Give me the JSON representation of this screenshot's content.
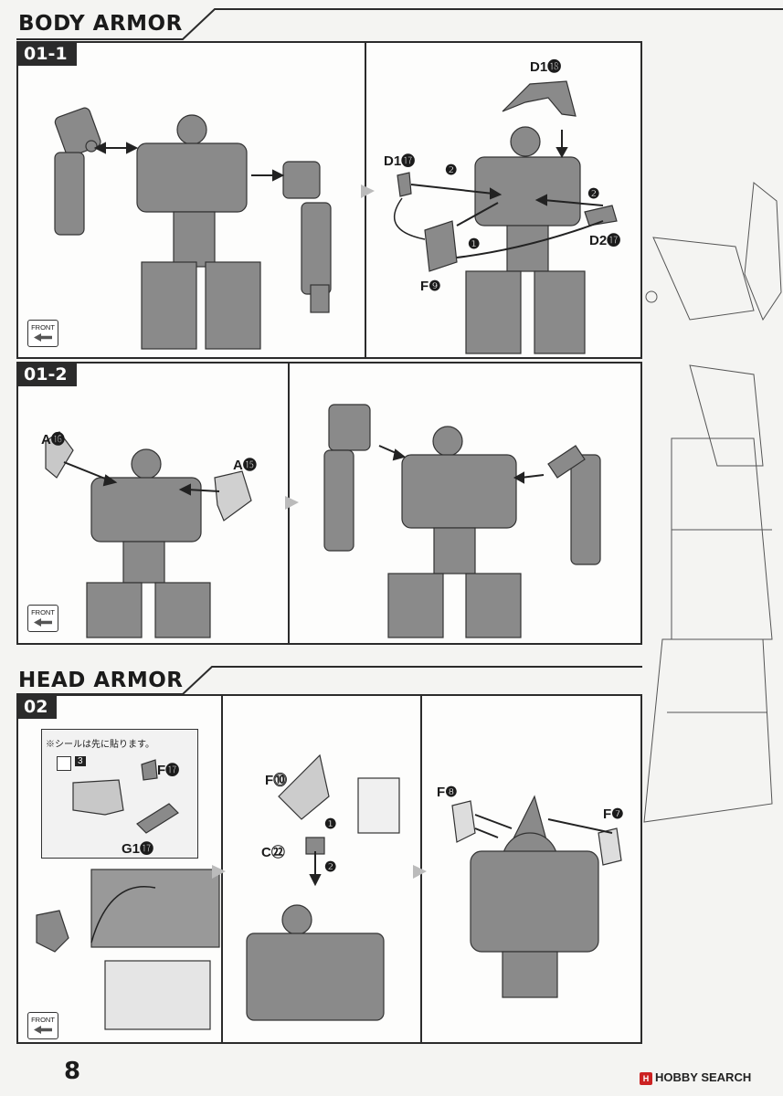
{
  "sections": {
    "body_armor_title": "BODY ARMOR",
    "head_armor_title": "HEAD ARMOR"
  },
  "steps": {
    "s01_1": "01-1",
    "s01_2": "01-2",
    "s02": "02"
  },
  "labels": {
    "d1_18": "D1⓲",
    "d1_17": "D1⓱",
    "d2_17": "D2⓱",
    "f9": "F❾",
    "a16": "A⓰",
    "a15": "A⓯",
    "note_jp": "※シールは先に貼ります。",
    "sticker_num": "3",
    "f17": "F⓱",
    "g1_17": "G1⓱",
    "f10": "F⓾",
    "c22": "C㉒",
    "f8": "F❽",
    "f7": "F❼",
    "num1": "❶",
    "num2": "❷"
  },
  "front_label": "FRONT",
  "page_number": "8",
  "watermark": "HOBBY SEARCH",
  "colors": {
    "border": "#2b2b2b",
    "part_fill": "#8a8a8a",
    "page_bg": "#f4f4f2"
  }
}
